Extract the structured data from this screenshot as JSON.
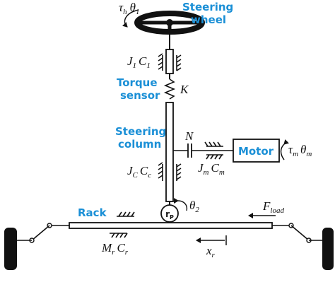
{
  "labels": {
    "steering_wheel_line1": "Steering",
    "steering_wheel_line2": "wheel",
    "torque_sensor_line1": "Torque",
    "torque_sensor_line2": "sensor",
    "steering_column_line1": "Steering",
    "steering_column_line2": "column",
    "motor": "Motor",
    "rack": "Rack"
  },
  "symbols": {
    "tau": "τ",
    "tau_sub": "h",
    "theta": "θ",
    "theta_sub": "1",
    "j1": "J",
    "j1_sub": "1",
    "c1": "C",
    "c1_sub": "1",
    "k": "K",
    "n": "N",
    "jm": "J",
    "jm_sub": "m",
    "cm": "C",
    "cm_sub": "m",
    "tau_m": "τ",
    "tau_m_sub": "m",
    "theta_m": "θ",
    "theta_m_sub": "m",
    "jc": "J",
    "jc_sub": "C",
    "cc": "C",
    "cc_sub": "c",
    "theta2": "θ",
    "theta2_sub": "2",
    "rp": "r",
    "rp_sub": "P",
    "f": "F",
    "f_sub": "load",
    "mr": "M",
    "mr_sub": "r",
    "cr": "C",
    "cr_sub": "r",
    "xr": "x",
    "xr_sub": "r"
  },
  "colors": {
    "label_blue": "#1a8fd6",
    "line": "#111111"
  }
}
